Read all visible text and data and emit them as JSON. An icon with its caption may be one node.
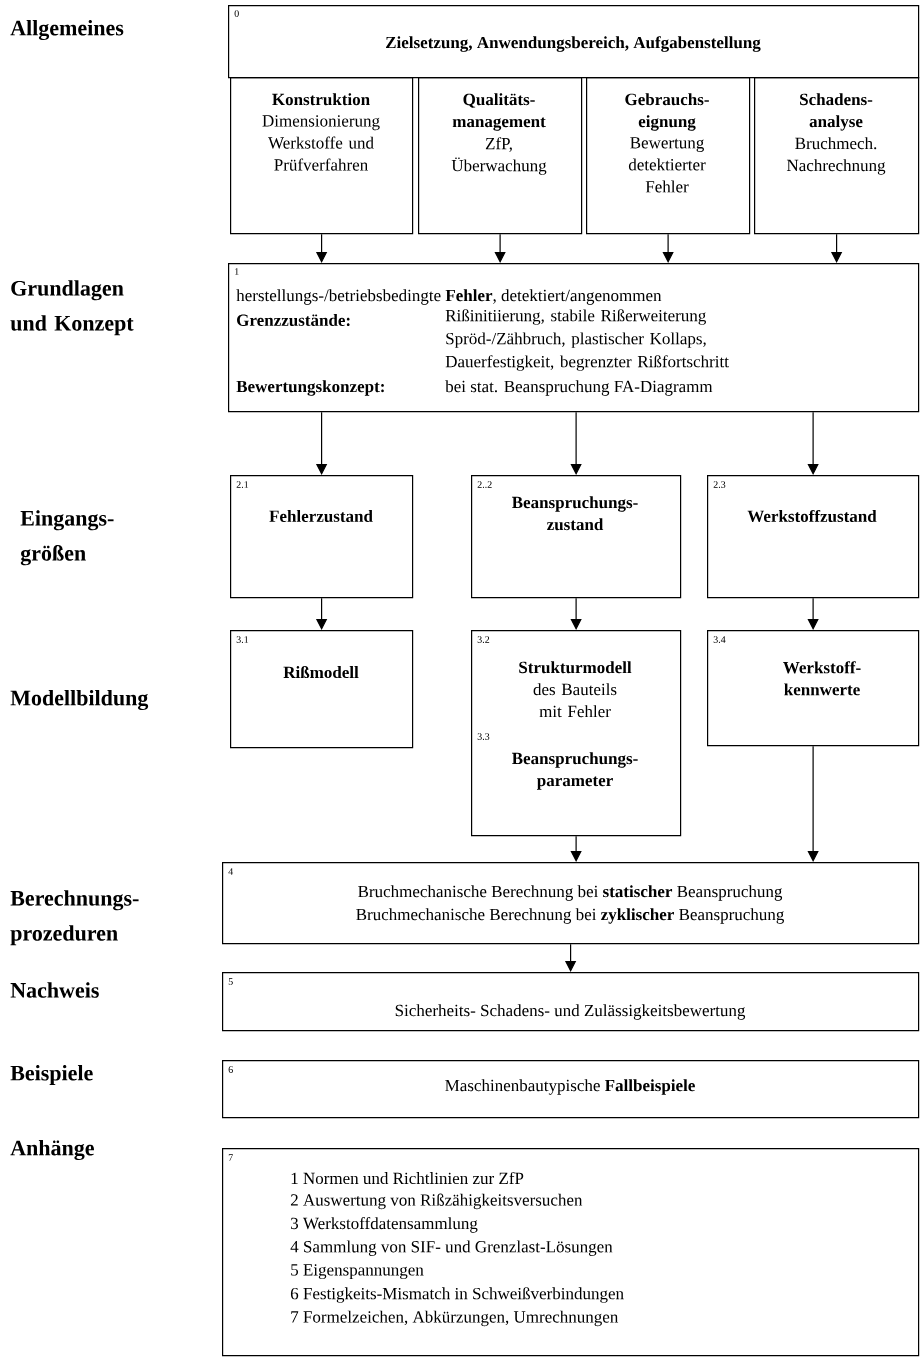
{
  "diagram": {
    "nodes": [
      {
        "text": [
          "0",
          "Zielsetzung, Anwendungsbereich, Aufgabenstellung"
        ]
      },
      {
        "text": [
          "Konstruktion",
          "Dimensionierung Werkstoffe und Prüfverfahren"
        ]
      },
      {
        "text": [
          "Qualitäts- management",
          "ZfP, Überwachung"
        ]
      },
      {
        "text": [
          "Gebrauchs- eignung",
          "Bewertung detektierter Fehler"
        ]
      },
      {
        "text": [
          "Schadens- analyse",
          "Bruchmech. Nachrechnung"
        ]
      },
      {
        "text": [
          "1",
          "herstellungs-/betriebsbedingte **Fehler**, detektiert/angenommen",
          "Grenzzustände:",
          "Rißinitiierung, stabile Rißerweiterung Spröd-/Zähbruch, plastischer Kollaps, Dauerfestigkeit, begrenzter Rißfortschritt",
          "Bewertungskonzept:",
          "bei stat. Beanspruchung FA-Diagramm"
        ]
      },
      {
        "text": [
          "2.1",
          "Fehlerzustand"
        ]
      },
      {
        "text": [
          "2..2",
          "Beanspruchungs- zustand"
        ]
      },
      {
        "text": [
          "2.3",
          "Werkstoffzustand"
        ]
      },
      {
        "text": [
          "3.1",
          "Rißmodell"
        ]
      },
      {
        "text": [
          "3.2",
          "Strukturmodell",
          "des Bauteils mit Fehler",
          "3.3",
          "Beanspruchungs- parameter"
        ]
      },
      {
        "text": [
          "3.4",
          "Werkstoff- kennwerte"
        ]
      },
      {
        "text": [
          "4",
          "Bruchmechanische Berechnung bei **statischer** Beanspruchung",
          "Bruchmechanische Berechnung bei **zyklischer** Beanspruchung"
        ]
      },
      {
        "text": [
          "5",
          "Sicherheits- Schadens- und Zulässigkeitsbewertung"
        ]
      },
      {
        "text": [
          "6",
          "Maschinenbautypische **Fallbeispiele**"
        ]
      },
      {
        "text": [
          "7",
          "1 Normen und Richtlinien zur ZfP",
          "2 Auswertung von Rißzähigkeitsversuchen",
          "3 Werkstoffdatensammlung",
          "4 Sammlung von SIF- und Grenzlast-Lösungen",
          "5 Eigenspannungen",
          "6 Festigkeits-Mismatch in Schweißverbindungen",
          "7 Formelzeichen, Abkürzungen, Umrechnungen"
        ]
      }
    ],
    "edges": [
      {
        "from": 1,
        "to": 5,
        "arrow": "to"
      },
      {
        "from": 2,
        "to": 5,
        "arrow": "to"
      },
      {
        "from": 3,
        "to": 5,
        "arrow": "to"
      },
      {
        "from": 4,
        "to": 5,
        "arrow": "to"
      },
      {
        "from": 5,
        "to": 6,
        "arrow": "to"
      },
      {
        "from": 5,
        "to": 7,
        "arrow": "to"
      },
      {
        "from": 5,
        "to": 8,
        "arrow": "to"
      },
      {
        "from": 6,
        "to": 9,
        "arrow": "to"
      },
      {
        "from": 7,
        "to": 10,
        "arrow": "to"
      },
      {
        "from": 8,
        "to": 11,
        "arrow": "to"
      },
      {
        "from": 10,
        "to": 12,
        "arrow": "to"
      },
      {
        "from": 11,
        "to": 12,
        "arrow": "to"
      },
      {
        "from": 12,
        "to": 13,
        "arrow": "to"
      }
    ],
    "labels": [
      "Allgemeines",
      "Grundlagen und Konzept",
      "Eingangs- größen",
      "Modellbildung",
      "Berechnungs- prozeduren",
      "Nachweis",
      "Beispiele",
      "Anhänge"
    ]
  }
}
